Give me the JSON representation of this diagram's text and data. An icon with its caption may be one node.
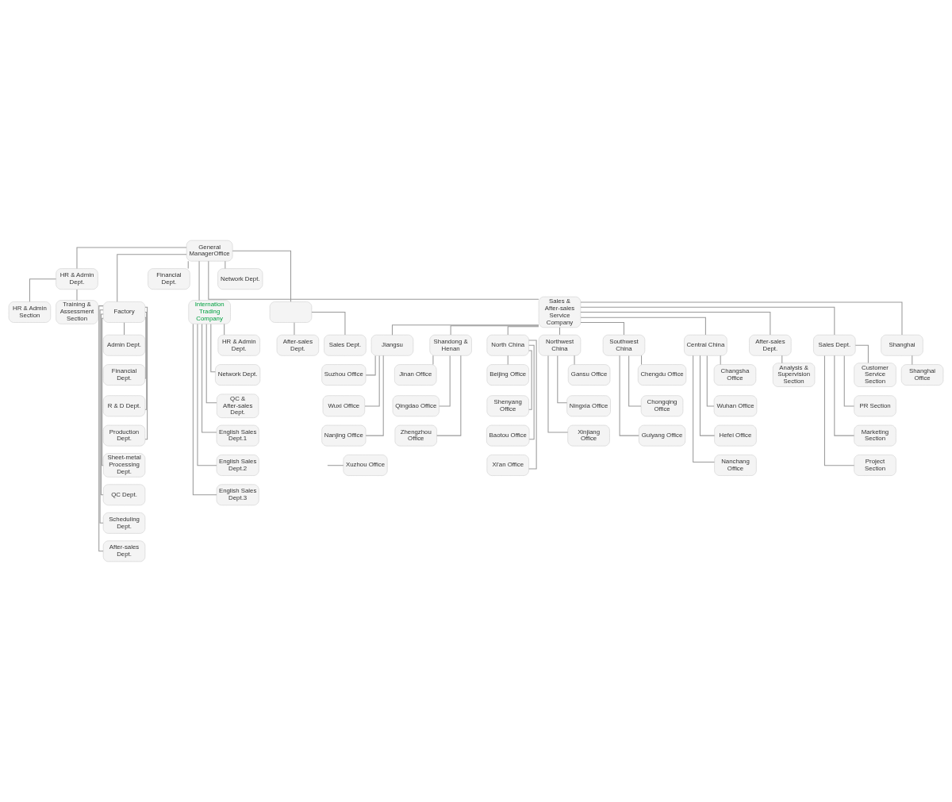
{
  "diagram": {
    "nodes": [
      {
        "text": [
          "General ManagerOffice"
        ]
      },
      {
        "text": [
          "HR & Admin Dept."
        ]
      },
      {
        "text": [
          "HR & Admin Section"
        ]
      },
      {
        "text": [
          "Training & Assessment Section"
        ]
      },
      {
        "text": [
          "Financial Dept."
        ]
      },
      {
        "text": [
          "Network Dept."
        ]
      },
      {
        "text": [
          "Factory"
        ]
      },
      {
        "text": [
          "Internation Trading Company"
        ]
      },
      {
        "text": [],
        "shape": "box"
      },
      {
        "text": [
          "Sales & After-sales Service Company"
        ]
      },
      {
        "text": [
          "Admin Dept."
        ]
      },
      {
        "text": [
          "Financial Dept."
        ]
      },
      {
        "text": [
          "R & D Dept."
        ]
      },
      {
        "text": [
          "Production Dept."
        ]
      },
      {
        "text": [
          "Sheet-metal Processing Dept."
        ]
      },
      {
        "text": [
          "QC Dept."
        ]
      },
      {
        "text": [
          "Scheduling Dept."
        ]
      },
      {
        "text": [
          "After-sales Dept."
        ]
      },
      {
        "text": [
          "HR & Admin Dept."
        ]
      },
      {
        "text": [
          "Network Dept."
        ]
      },
      {
        "text": [
          "QC & After-sales Dept."
        ]
      },
      {
        "text": [
          "English Sales Dept.1"
        ]
      },
      {
        "text": [
          "English Sales Dept.2"
        ]
      },
      {
        "text": [
          "English Sales Dept.3"
        ]
      },
      {
        "text": [
          "Sales Dept."
        ]
      },
      {
        "text": [
          "After-sales Dept."
        ]
      },
      {
        "text": [
          "After-sales Dept."
        ]
      },
      {
        "text": [
          "Analysis & Supervision Section"
        ]
      },
      {
        "text": [
          "Sales Dept."
        ]
      },
      {
        "text": [
          "Customer Service Section"
        ]
      },
      {
        "text": [
          "PR Section"
        ]
      },
      {
        "text": [
          "Marketing Section"
        ]
      },
      {
        "text": [
          "Project Section"
        ]
      },
      {
        "text": [
          "Shanghai"
        ]
      },
      {
        "text": [
          "Jiangsu"
        ]
      },
      {
        "text": [
          "Shandong & Henan"
        ]
      },
      {
        "text": [
          "North China"
        ]
      },
      {
        "text": [
          "Northwest China"
        ]
      },
      {
        "text": [
          "Southwest China"
        ]
      },
      {
        "text": [
          "Central China"
        ]
      },
      {
        "text": [
          "Shanghai Office"
        ]
      },
      {
        "text": [
          "Suzhou Office"
        ]
      },
      {
        "text": [
          "Wuxi Office"
        ]
      },
      {
        "text": [
          "Nanjing Office"
        ]
      },
      {
        "text": [
          "Xuzhou Office"
        ]
      },
      {
        "text": [
          "Jinan Office"
        ]
      },
      {
        "text": [
          "Qingdao Office"
        ]
      },
      {
        "text": [
          "Zhengzhou Office"
        ]
      },
      {
        "text": [
          "Beijing Office"
        ]
      },
      {
        "text": [
          "Shenyang Office"
        ]
      },
      {
        "text": [
          "Baotou Office"
        ]
      },
      {
        "text": [
          "Xi'an Office"
        ]
      },
      {
        "text": [
          "Gansu Office"
        ]
      },
      {
        "text": [
          "Ningxia Office"
        ]
      },
      {
        "text": [
          "Xinjiang Office"
        ]
      },
      {
        "text": [
          "Chengdu Office"
        ]
      },
      {
        "text": [
          "Chongqing Office"
        ]
      },
      {
        "text": [
          "Guiyang Office"
        ]
      },
      {
        "text": [
          "Changsha Office"
        ]
      },
      {
        "text": [
          "Wuhan Office"
        ]
      },
      {
        "text": [
          "Hefei Office"
        ]
      },
      {
        "text": [
          "Nanchang Office"
        ]
      }
    ],
    "edges": [
      {
        "from": 0,
        "to": 1,
        "arrow": "none"
      },
      {
        "from": 1,
        "to": 2,
        "arrow": "none"
      },
      {
        "from": 1,
        "to": 3,
        "arrow": "none"
      },
      {
        "from": 0,
        "to": 4,
        "arrow": "none"
      },
      {
        "from": 0,
        "to": 5,
        "arrow": "none"
      },
      {
        "from": 0,
        "to": 6,
        "arrow": "none"
      },
      {
        "from": 0,
        "to": 7,
        "arrow": "none"
      },
      {
        "from": 0,
        "to": 8,
        "arrow": "none"
      },
      {
        "from": 0,
        "to": 9,
        "arrow": "none"
      },
      {
        "from": 6,
        "to": 10,
        "arrow": "none"
      },
      {
        "from": 6,
        "to": 11,
        "arrow": "none"
      },
      {
        "from": 6,
        "to": 12,
        "arrow": "none"
      },
      {
        "from": 6,
        "to": 13,
        "arrow": "none"
      },
      {
        "from": 6,
        "to": 14,
        "arrow": "none"
      },
      {
        "from": 6,
        "to": 15,
        "arrow": "none"
      },
      {
        "from": 6,
        "to": 16,
        "arrow": "none"
      },
      {
        "from": 6,
        "to": 17,
        "arrow": "none"
      },
      {
        "from": 7,
        "to": 18,
        "arrow": "none"
      },
      {
        "from": 7,
        "to": 19,
        "arrow": "none"
      },
      {
        "from": 7,
        "to": 20,
        "arrow": "none"
      },
      {
        "from": 7,
        "to": 21,
        "arrow": "none"
      },
      {
        "from": 7,
        "to": 22,
        "arrow": "none"
      },
      {
        "from": 7,
        "to": 23,
        "arrow": "none"
      },
      {
        "from": 8,
        "to": 24,
        "arrow": "none"
      },
      {
        "from": 8,
        "to": 25,
        "arrow": "none"
      },
      {
        "from": 9,
        "to": 26,
        "arrow": "none"
      },
      {
        "from": 26,
        "to": 27,
        "arrow": "none"
      },
      {
        "from": 9,
        "to": 28,
        "arrow": "none"
      },
      {
        "from": 28,
        "to": 29,
        "arrow": "none"
      },
      {
        "from": 28,
        "to": 30,
        "arrow": "none"
      },
      {
        "from": 28,
        "to": 31,
        "arrow": "none"
      },
      {
        "from": 28,
        "to": 32,
        "arrow": "none"
      },
      {
        "from": 9,
        "to": 33,
        "arrow": "none"
      },
      {
        "from": 9,
        "to": 34,
        "arrow": "none"
      },
      {
        "from": 9,
        "to": 35,
        "arrow": "none"
      },
      {
        "from": 9,
        "to": 36,
        "arrow": "none"
      },
      {
        "from": 9,
        "to": 37,
        "arrow": "none"
      },
      {
        "from": 9,
        "to": 38,
        "arrow": "none"
      },
      {
        "from": 9,
        "to": 39,
        "arrow": "none"
      },
      {
        "from": 33,
        "to": 40,
        "arrow": "none"
      },
      {
        "from": 34,
        "to": 41,
        "arrow": "none"
      },
      {
        "from": 34,
        "to": 42,
        "arrow": "none"
      },
      {
        "from": 34,
        "to": 43,
        "arrow": "none"
      },
      {
        "from": null,
        "to": 44,
        "arrow": "none"
      },
      {
        "from": 35,
        "to": 45,
        "arrow": "none"
      },
      {
        "from": 35,
        "to": 46,
        "arrow": "none"
      },
      {
        "from": 35,
        "to": 47,
        "arrow": "none"
      },
      {
        "from": 36,
        "to": 48,
        "arrow": "none"
      },
      {
        "from": 36,
        "to": 49,
        "arrow": "none"
      },
      {
        "from": 36,
        "to": 50,
        "arrow": "none"
      },
      {
        "from": 36,
        "to": 51,
        "arrow": "none"
      },
      {
        "from": 37,
        "to": 52,
        "arrow": "none"
      },
      {
        "from": 37,
        "to": 53,
        "arrow": "none"
      },
      {
        "from": 37,
        "to": 54,
        "arrow": "none"
      },
      {
        "from": 38,
        "to": 55,
        "arrow": "none"
      },
      {
        "from": 38,
        "to": 56,
        "arrow": "none"
      },
      {
        "from": 38,
        "to": 57,
        "arrow": "none"
      },
      {
        "from": 39,
        "to": 58,
        "arrow": "none"
      },
      {
        "from": 39,
        "to": 59,
        "arrow": "none"
      },
      {
        "from": 39,
        "to": 60,
        "arrow": "none"
      },
      {
        "from": 39,
        "to": 61,
        "arrow": "none"
      }
    ]
  }
}
